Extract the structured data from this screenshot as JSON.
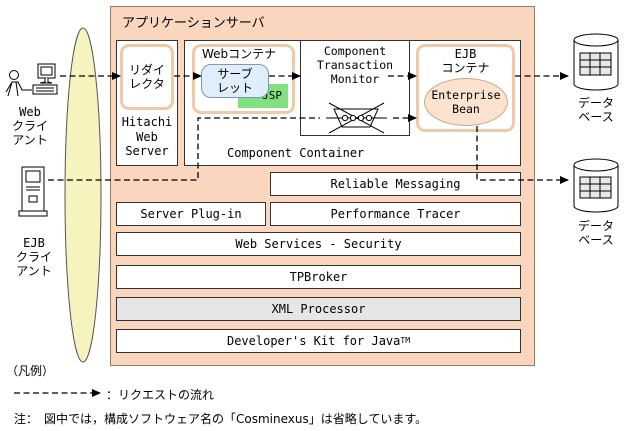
{
  "app_server": {
    "title": "アプリケーションサーバ"
  },
  "redirector": {
    "label_line1": "リダイ",
    "label_line2": "レクタ"
  },
  "hitachi_web_server": {
    "line1": "Hitachi",
    "line2": "Web",
    "line3": "Server"
  },
  "web_container": {
    "title": "Webコンテナ",
    "servlet_line1": "サーブ",
    "servlet_line2": "レット",
    "jsp": "JSP"
  },
  "ctm": {
    "line1": "Component",
    "line2": "Transaction",
    "line3": "Monitor"
  },
  "ejb_container": {
    "line1": "EJB",
    "line2": "コンテナ",
    "bean_line1": "Enterprise",
    "bean_line2": "Bean"
  },
  "component_container": {
    "label": "Component Container"
  },
  "layers": {
    "reliable_messaging": "Reliable Messaging",
    "server_plugin": "Server Plug-in",
    "performance_tracer": "Performance Tracer",
    "web_services_security": "Web Services - Security",
    "tpbroker": "TPBroker",
    "xml_processor": "XML Processor",
    "developers_kit": "Developer's  Kit for Java",
    "developers_kit_tm": "TM"
  },
  "clients": {
    "web_line1": "Web",
    "web_line2": "クライ",
    "web_line3": "アント",
    "ejb_line1": "EJB",
    "ejb_line2": "クライ",
    "ejb_line3": "アント"
  },
  "databases": {
    "db1_line1": "データ",
    "db1_line2": "ベース",
    "db2_line1": "データ",
    "db2_line2": "ベース"
  },
  "legend": {
    "heading": "（凡例）",
    "arrow_label": "：リクエストの流れ"
  },
  "note": "注：　図中では，構成ソフトウェア名の「Cosminexus」は省略しています。",
  "colors": {
    "app_server_bg": "#f9d6bd",
    "rounded_border": "#f0c9a9",
    "servlet_fill": "#dfeefa",
    "jsp_fill": "#82e07f",
    "bean_fill": "#fbe3cf",
    "network_fill": "#f6f3bf",
    "xml_fill": "#e6e6e6"
  }
}
